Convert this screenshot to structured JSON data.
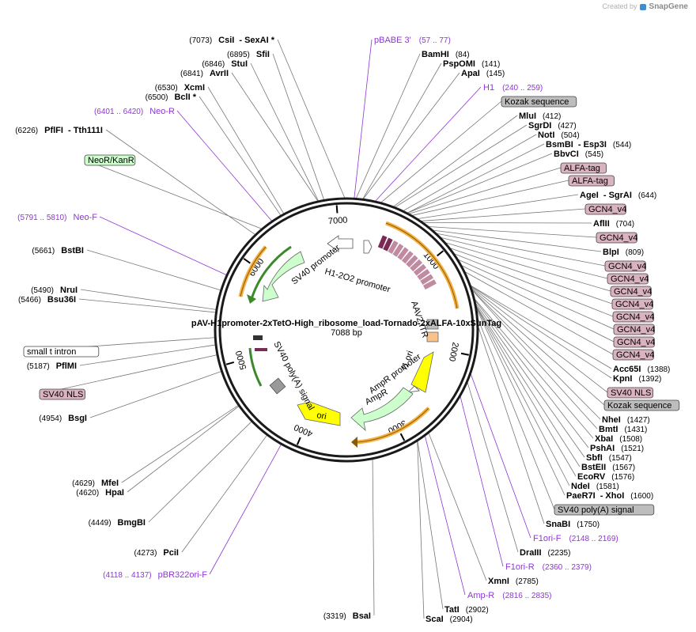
{
  "header": {
    "created_by": "Created by",
    "brand": "SnapGene"
  },
  "map": {
    "name": "pAV-H1promoter-2xTetO-High_ribosome_load-Tornado-2xALFA-10xSunTag",
    "length_label": "7088 bp",
    "total_bp": 7088,
    "ticks": [
      {
        "pos": 1000,
        "label": "1000"
      },
      {
        "pos": 2000,
        "label": "2000"
      },
      {
        "pos": 3000,
        "label": "3000"
      },
      {
        "pos": 4000,
        "label": "4000"
      },
      {
        "pos": 5000,
        "label": "5000"
      },
      {
        "pos": 6000,
        "label": "6000"
      },
      {
        "pos": 7000,
        "label": "7000"
      }
    ],
    "colors": {
      "promoter": "#ffffff",
      "origin": "#ffff00",
      "resistance": "#ccffcc",
      "primer": "#8e35d6",
      "tag_box": "#d9b3c0",
      "misc_box": "#bdbdbd",
      "neo_box": "#ccffcc",
      "orange": "#f5b042"
    }
  },
  "enzymes_right": [
    {
      "name": "BamHI",
      "pos": "(84)",
      "bp": 84
    },
    {
      "name": "PspOMI",
      "pos": "(141)",
      "bp": 141
    },
    {
      "name": "ApaI",
      "pos": "(145)",
      "bp": 145
    },
    {
      "name": "MluI",
      "pos": "(412)",
      "bp": 412
    },
    {
      "name": "SgrDI",
      "pos": "(427)",
      "bp": 427
    },
    {
      "name": "NotI",
      "pos": "(504)",
      "bp": 504
    },
    {
      "name": "BsmBI",
      "alt": "Esp3I",
      "pos": "(544)",
      "bp": 544
    },
    {
      "name": "BbvCI",
      "pos": "(545)",
      "bp": 545
    },
    {
      "name": "AgeI",
      "alt": "SgrAI",
      "pos": "(644)",
      "bp": 644
    },
    {
      "name": "AflII",
      "pos": "(704)",
      "bp": 704
    },
    {
      "name": "BlpI",
      "pos": "(809)",
      "bp": 809
    },
    {
      "name": "Acc65I",
      "pos": "(1388)",
      "bp": 1388
    },
    {
      "name": "KpnI",
      "pos": "(1392)",
      "bp": 1392
    },
    {
      "name": "NheI",
      "pos": "(1427)",
      "bp": 1427
    },
    {
      "name": "BmtI",
      "pos": "(1431)",
      "bp": 1431
    },
    {
      "name": "XbaI",
      "pos": "(1508)",
      "bp": 1508
    },
    {
      "name": "PshAI",
      "pos": "(1521)",
      "bp": 1521
    },
    {
      "name": "SbfI",
      "pos": "(1547)",
      "bp": 1547
    },
    {
      "name": "BstEII",
      "pos": "(1567)",
      "bp": 1567
    },
    {
      "name": "EcoRV",
      "pos": "(1576)",
      "bp": 1576
    },
    {
      "name": "NdeI",
      "pos": "(1581)",
      "bp": 1581
    },
    {
      "name": "PaeR7I",
      "alt": "XhoI",
      "pos": "(1600)",
      "bp": 1600
    },
    {
      "name": "SnaBI",
      "pos": "(1750)",
      "bp": 1750
    },
    {
      "name": "DraIII",
      "pos": "(2235)",
      "bp": 2235
    },
    {
      "name": "XmnI",
      "pos": "(2785)",
      "bp": 2785
    },
    {
      "name": "TatI",
      "pos": "(2902)",
      "bp": 2902
    },
    {
      "name": "ScaI",
      "pos": "(2904)",
      "bp": 2904
    }
  ],
  "enzymes_left": [
    {
      "name": "CsiI",
      "alt": "SexAI *",
      "pos": "(7073)",
      "bp": 7073
    },
    {
      "name": "SfiI",
      "pos": "(6895)",
      "bp": 6895
    },
    {
      "name": "StuI",
      "pos": "(6846)",
      "bp": 6846
    },
    {
      "name": "AvrII",
      "pos": "(6841)",
      "bp": 6841
    },
    {
      "name": "XcmI",
      "pos": "(6530)",
      "bp": 6530
    },
    {
      "name": "BclI *",
      "pos": "(6500)",
      "bp": 6500
    },
    {
      "name": "PflFI",
      "alt": "Tth111I",
      "pos": "(6226)",
      "bp": 6226
    },
    {
      "name": "BstBI",
      "pos": "(5661)",
      "bp": 5661
    },
    {
      "name": "NruI",
      "pos": "(5490)",
      "bp": 5490
    },
    {
      "name": "Bsu36I",
      "pos": "(5466)",
      "bp": 5466
    },
    {
      "name": "PflMI",
      "pos": "(5187)",
      "bp": 5187
    },
    {
      "name": "BsgI",
      "pos": "(4954)",
      "bp": 4954
    },
    {
      "name": "MfeI",
      "pos": "(4629)",
      "bp": 4629
    },
    {
      "name": "HpaI",
      "pos": "(4620)",
      "bp": 4620
    },
    {
      "name": "BmgBI",
      "pos": "(4449)",
      "bp": 4449
    },
    {
      "name": "PciI",
      "pos": "(4273)",
      "bp": 4273
    },
    {
      "name": "BsaI",
      "pos": "(3319)",
      "bp": 3319
    }
  ],
  "primers": [
    {
      "name": "pBABE 3'",
      "pos": "(57 .. 77)",
      "bp": 67
    },
    {
      "name": "H1",
      "pos": "(240 .. 259)",
      "bp": 250
    },
    {
      "name": "Neo-R",
      "pos": "(6401 .. 6420)",
      "bp": 6410
    },
    {
      "name": "Neo-F",
      "pos": "(5791 .. 5810)",
      "bp": 5800
    },
    {
      "name": "F1ori-F",
      "pos": "(2148 .. 2169)",
      "bp": 2158
    },
    {
      "name": "F1ori-R",
      "pos": "(2360 .. 2379)",
      "bp": 2370
    },
    {
      "name": "Amp-R",
      "pos": "(2816 .. 2835)",
      "bp": 2825
    },
    {
      "name": "pBR322ori-F",
      "pos": "(4118 .. 4137)",
      "bp": 4128
    }
  ],
  "boxes": [
    {
      "label": "Kozak sequence",
      "kind": "misc",
      "bp": 300
    },
    {
      "label": "ALFA-tag",
      "kind": "tag",
      "bp": 560
    },
    {
      "label": "ALFA-tag",
      "kind": "tag",
      "bp": 590
    },
    {
      "label": "GCN4_v4",
      "kind": "tag",
      "bp": 680
    },
    {
      "label": "GCN4_v4",
      "kind": "tag",
      "bp": 760
    },
    {
      "label": "GCN4_v4",
      "kind": "tag",
      "bp": 850
    },
    {
      "label": "GCN4_v4",
      "kind": "tag",
      "bp": 900
    },
    {
      "label": "GCN4_v4",
      "kind": "tag",
      "bp": 960
    },
    {
      "label": "GCN4_v4",
      "kind": "tag",
      "bp": 1020
    },
    {
      "label": "GCN4_v4",
      "kind": "tag",
      "bp": 1080
    },
    {
      "label": "GCN4_v4",
      "kind": "tag",
      "bp": 1140
    },
    {
      "label": "GCN4_v4",
      "kind": "tag",
      "bp": 1200
    },
    {
      "label": "GCN4_v4",
      "kind": "tag",
      "bp": 1260
    },
    {
      "label": "SV40 NLS",
      "kind": "tag",
      "bp": 1400
    },
    {
      "label": "Kozak sequence",
      "kind": "misc",
      "bp": 1415
    },
    {
      "label": "SV40 poly(A) signal",
      "kind": "misc",
      "bp": 1680
    },
    {
      "label": "NeoR/KanR",
      "kind": "neo",
      "bp": 6300
    },
    {
      "label": "small t intron",
      "kind": "plain",
      "bp": 5250
    },
    {
      "label": "SV40 NLS",
      "kind": "tag",
      "bp": 5100
    }
  ],
  "features": {
    "sv40_promoter": "SV40 promoter",
    "h1_2o2_promoter": "H1-2O2 promoter",
    "aav_itr": "AAV2 ITR",
    "f1_ori": "f1 ori",
    "ampr_promoter": "AmpR promoter",
    "ampr": "AmpR",
    "ori": "ori",
    "sv40_polya": "SV40 poly(A) signal"
  }
}
